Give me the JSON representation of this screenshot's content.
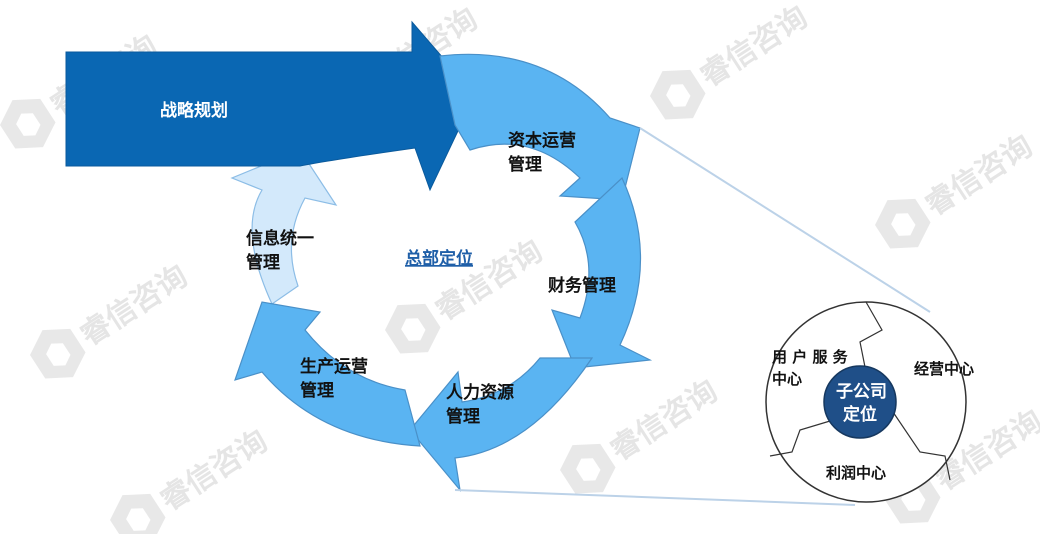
{
  "diagram": {
    "strategy_arrow": "战略规划",
    "center": "总部定位",
    "cycle": [
      {
        "line1": "资本运营",
        "line2": "管理"
      },
      {
        "line1": "财务管理",
        "line2": ""
      },
      {
        "line1": "人力资源",
        "line2": "管理"
      },
      {
        "line1": "生产运营",
        "line2": "管理"
      },
      {
        "line1": "信息统一",
        "line2": "管理"
      }
    ],
    "sub": {
      "center_line1": "子公司",
      "center_line2": "定位",
      "user_line1": "用 户 服 务",
      "user_line2": "中心",
      "business": "经营中心",
      "profit": "利润中心"
    }
  },
  "watermark": "睿信咨询",
  "colors": {
    "dark_blue": "#0a67b3",
    "mid_blue": "#5ab4f2",
    "light_blue": "#d3e9fb",
    "navy": "#1f4f88"
  }
}
